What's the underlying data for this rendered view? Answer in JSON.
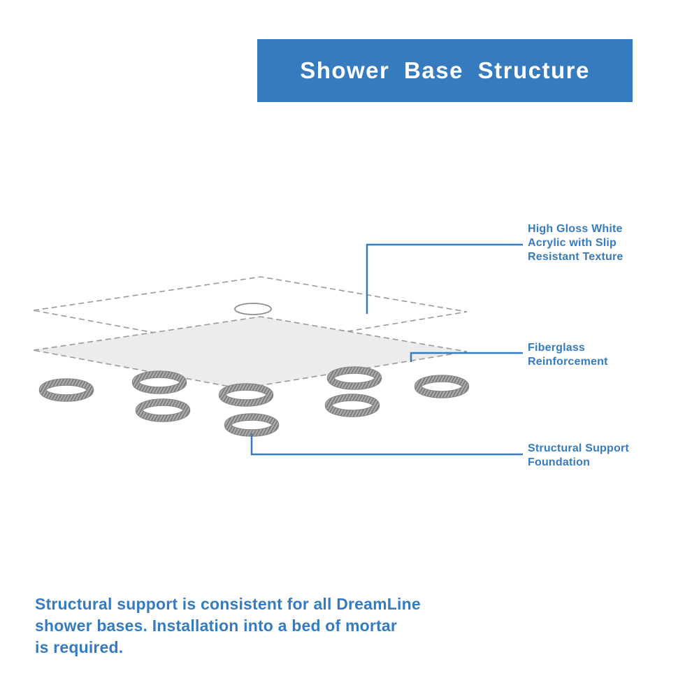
{
  "banner": {
    "title": "Shower Base Structure"
  },
  "callouts": {
    "acrylic": {
      "label": "High Gloss White\nAcrylic with Slip\nResistant Texture"
    },
    "fiberglass": {
      "label": "Fiberglass\nReinforcement"
    },
    "support": {
      "label": "Structural Support\nFoundation"
    }
  },
  "footer": {
    "text": "Structural support is consistent for all DreamLine\nshower bases. Installation into a bed of mortar\nis required."
  },
  "diagram": {
    "layers": [
      {
        "name": "acrylic-top-layer",
        "style": "dashed outline with center drain"
      },
      {
        "name": "fiberglass-layer",
        "style": "gray filled sheet, dashed outline"
      }
    ],
    "support_ring_count": 8
  },
  "colors": {
    "brand_blue": "#377BBF",
    "layer_fill": "#ECECEC",
    "outline_gray": "#999999",
    "ring_gray": "#9A9A9A"
  }
}
